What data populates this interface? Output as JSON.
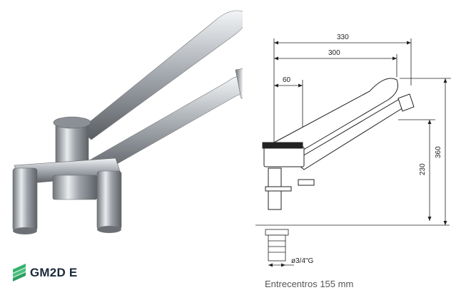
{
  "product": {
    "model": "GM2D E",
    "caption": "Entrecentros 155 mm"
  },
  "dimensions": {
    "width_total": "330",
    "width_spout": "300",
    "offset": "60",
    "height_total": "360",
    "height_spout": "230",
    "thread": "ø3/4\"G"
  },
  "colors": {
    "brand_green": "#35b36b",
    "brand_text": "#1b2a3a",
    "chrome_dark": "#6f7378",
    "chrome_light": "#e9ecef"
  }
}
